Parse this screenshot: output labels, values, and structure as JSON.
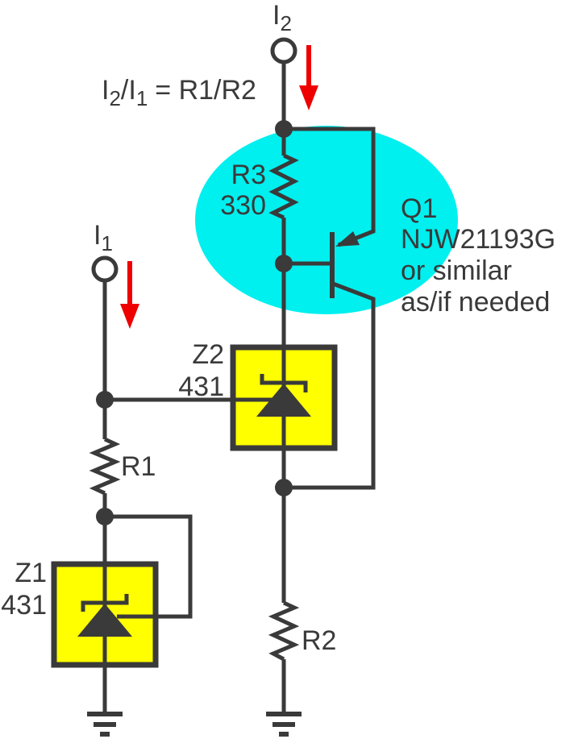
{
  "formula": {
    "i_base": "I",
    "i_sub": "2",
    "over_base": "/I",
    "over_sub": "1",
    "rest": "= R1/R2"
  },
  "terminals": {
    "i2": {
      "base": "I",
      "sub": "2"
    },
    "i1": {
      "base": "I",
      "sub": "1"
    }
  },
  "components": {
    "r3": {
      "ref": "R3",
      "value": "330"
    },
    "r1": {
      "ref": "R1"
    },
    "r2": {
      "ref": "R2"
    },
    "z2": {
      "ref": "Z2",
      "value": "431"
    },
    "z1": {
      "ref": "Z1",
      "value": "431"
    },
    "q1": {
      "ref": "Q1",
      "part": "NJW21193G",
      "note1": "or similar",
      "note2": "as/if needed"
    }
  },
  "colors": {
    "line": "#3a3a3a",
    "highlight_cyan": "#00efef",
    "highlight_yellow": "#ffff00",
    "arrow_red": "#ee0000",
    "background": "#ffffff"
  }
}
